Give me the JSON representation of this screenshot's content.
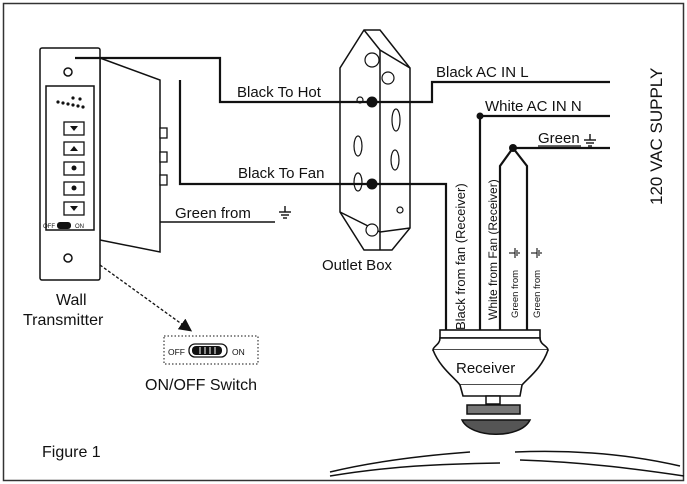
{
  "labels": {
    "black_to_hot": "Black To Hot",
    "black_to_fan": "Black To Fan",
    "green_from": "Green from",
    "black_ac_in_l": "Black  AC IN L",
    "white_ac_in_n": "White AC IN N",
    "green": "Green",
    "supply": "120 VAC SUPPLY",
    "outlet_box": "Outlet Box",
    "wall": "Wall",
    "transmitter": "Transmitter",
    "onoff_switch": "ON/OFF Switch",
    "figure": "Figure 1",
    "receiver": "Receiver",
    "black_from_fan": "Black from fan (Receiver)",
    "white_from_fan": "White from Fan (Receiver)",
    "green_from_1": "Green from",
    "green_from_2": "Green from",
    "off": "OFF",
    "on": "ON",
    "device_off": "OFF",
    "device_on": "ON"
  },
  "colors": {
    "ink": "#111111",
    "frame": "#333333",
    "background": "#ffffff"
  },
  "icons": [
    "ground-icon",
    "switch-icon",
    "arrow-icon"
  ]
}
